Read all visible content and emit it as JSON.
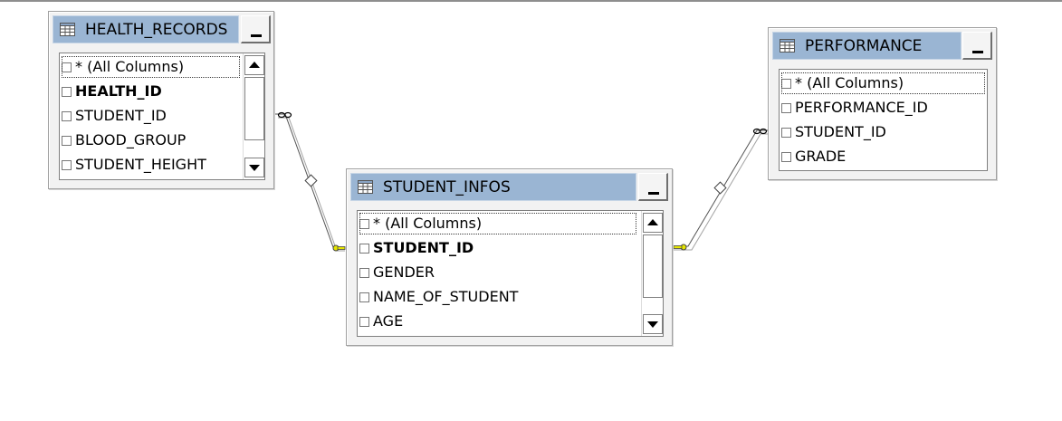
{
  "diagram": {
    "tables": {
      "health_records": {
        "name": "HEALTH_RECORDS",
        "columns": [
          {
            "label": "* (All Columns)",
            "key": false
          },
          {
            "label": "HEALTH_ID",
            "key": true
          },
          {
            "label": "STUDENT_ID",
            "key": false
          },
          {
            "label": "BLOOD_GROUP",
            "key": false
          },
          {
            "label": "STUDENT_HEIGHT",
            "key": false
          }
        ]
      },
      "student_infos": {
        "name": "STUDENT_INFOS",
        "columns": [
          {
            "label": "* (All Columns)",
            "key": false
          },
          {
            "label": "STUDENT_ID",
            "key": true
          },
          {
            "label": "GENDER",
            "key": false
          },
          {
            "label": "NAME_OF_STUDENT",
            "key": false
          },
          {
            "label": "AGE",
            "key": false
          }
        ]
      },
      "performance": {
        "name": "PERFORMANCE",
        "columns": [
          {
            "label": "* (All Columns)",
            "key": false
          },
          {
            "label": "PERFORMANCE_ID",
            "key": false
          },
          {
            "label": "STUDENT_ID",
            "key": false
          },
          {
            "label": "GRADE",
            "key": false
          }
        ]
      }
    },
    "relationships": [
      {
        "from": "HEALTH_RECORDS",
        "to": "STUDENT_INFOS",
        "from_end": "infinity",
        "to_end": "key"
      },
      {
        "from": "PERFORMANCE",
        "to": "STUDENT_INFOS",
        "from_end": "infinity",
        "to_end": "key"
      }
    ],
    "colors": {
      "title_bar": "#9ab5d3",
      "key_end": "#e6e600",
      "window_face": "#f2f2f2"
    },
    "icons": {
      "table": "table-grid-icon",
      "minimize": "minimize-icon",
      "scroll_up": "scroll-up-arrow-icon",
      "scroll_down": "scroll-down-arrow-icon"
    }
  }
}
